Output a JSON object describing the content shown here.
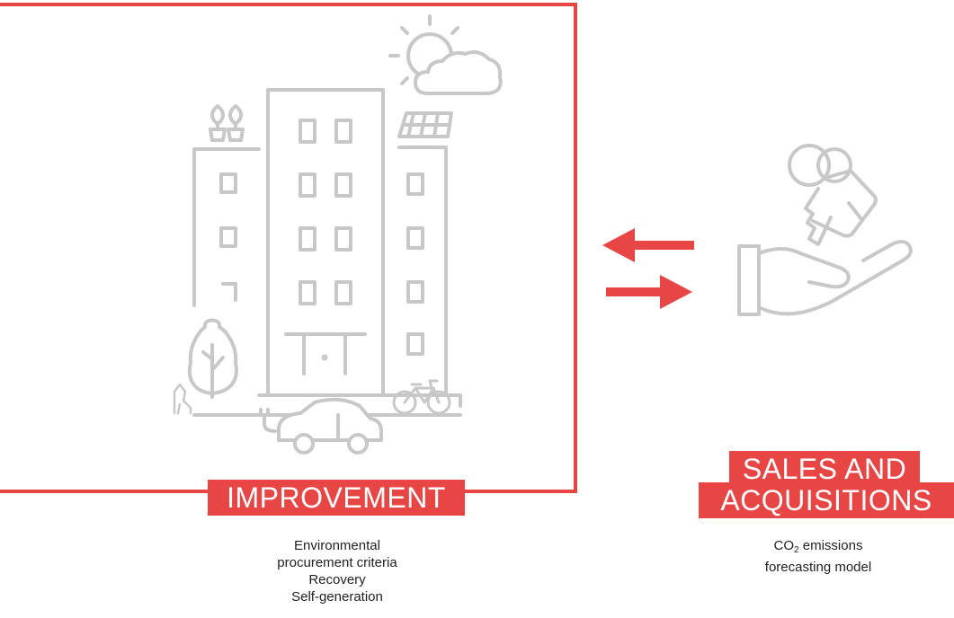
{
  "improvement": {
    "title": "IMPROVEMENT",
    "items": [
      "Environmental",
      "procurement criteria",
      "Recovery",
      "Self-generation"
    ]
  },
  "sales": {
    "title_line1": "SALES AND",
    "title_line2": "ACQUISITIONS",
    "caption_prefix": "CO",
    "caption_subscript": "2",
    "caption_line1_suffix": " emissions",
    "caption_line2": "forecasting model"
  },
  "colors": {
    "accent": "#e84545",
    "icon_gray": "#c8c8c8",
    "text": "#222222"
  },
  "icons": [
    "building-icon",
    "sun-cloud-icon",
    "solar-panel-icon",
    "plants-icon",
    "tree-icon",
    "dog-icon",
    "bicycle-icon",
    "electric-car-icon",
    "hand-keys-icon",
    "arrow-left-icon",
    "arrow-right-icon"
  ]
}
